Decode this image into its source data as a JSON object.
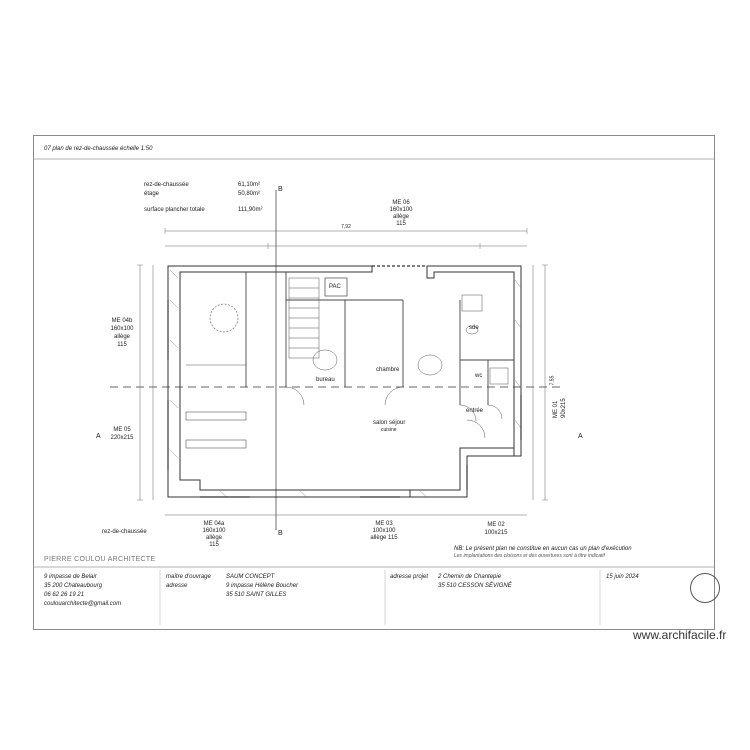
{
  "sheet": {
    "title": "07 plan de rez-de-chaussée   échelle 1:50"
  },
  "areas": {
    "ground_label": "rez-de-chaussée",
    "ground_value": "61,10m²",
    "floor_label": "étage",
    "floor_value": "50,80m²",
    "total_label": "surface plancher totale",
    "total_value": "111,90m²"
  },
  "section_marks": {
    "b_top": "B",
    "b_bottom": "B",
    "a_left": "A",
    "a_right": "A"
  },
  "dimensions": {
    "top_total": "7,92",
    "right_total": "7,55"
  },
  "openings": {
    "me06": {
      "name": "ME 06",
      "size": "160x100",
      "allege": "allège",
      "allege_value": "115"
    },
    "me04b": {
      "name": "ME 04b",
      "size": "160x100",
      "allege": "allège",
      "allege_value": "115"
    },
    "me05": {
      "name": "ME 05",
      "size": "220x215"
    },
    "me04a": {
      "name": "ME 04a",
      "size": "160x100",
      "allege": "allège",
      "allege_value": "115"
    },
    "me03": {
      "name": "ME 03",
      "size": "100x100",
      "allege": "allège 115"
    },
    "me02": {
      "name": "ME 02",
      "size": "100x215"
    },
    "me01": {
      "name": "ME 01",
      "size": "90x215"
    }
  },
  "rooms": {
    "pac": "PAC",
    "sde": "sde",
    "chambre": "chambre",
    "bureau": "bureau",
    "wc": "wc",
    "entree": "entrée",
    "salon": "salon séjour",
    "cuisine": "cuisine"
  },
  "level_label": "rez-de-chaussée",
  "note": {
    "line1": "NB: Le présent plan ne constitue en aucun cas un plan d'exécution",
    "line2": "Les implantations des cloisons et des ouvertures sont à titre indicatif"
  },
  "cartouche": {
    "firm": "PIERRE COULOU ARCHITECTE",
    "firm_address1": "9 impasse de Belair",
    "firm_address2": "35 200 Chateaubourg",
    "firm_phone": "06 62 26 19 21",
    "firm_email": "coulouarchitecte@gmail.com",
    "owner_label": "maître d'ouvrage",
    "owner_name": "SAUM CONCEPT",
    "address_label": "adresse",
    "owner_address1": "9 impasse Hélène Boucher",
    "owner_address2": "35 510 SAINT GILLES",
    "project_label": "adresse projet",
    "project_address1": "2 Chemin de Chantepie",
    "project_address2": "35 510 CESSON SÉVIGNÉ",
    "date": "15 juin 2024"
  },
  "watermark": "www.archifacile.fr"
}
